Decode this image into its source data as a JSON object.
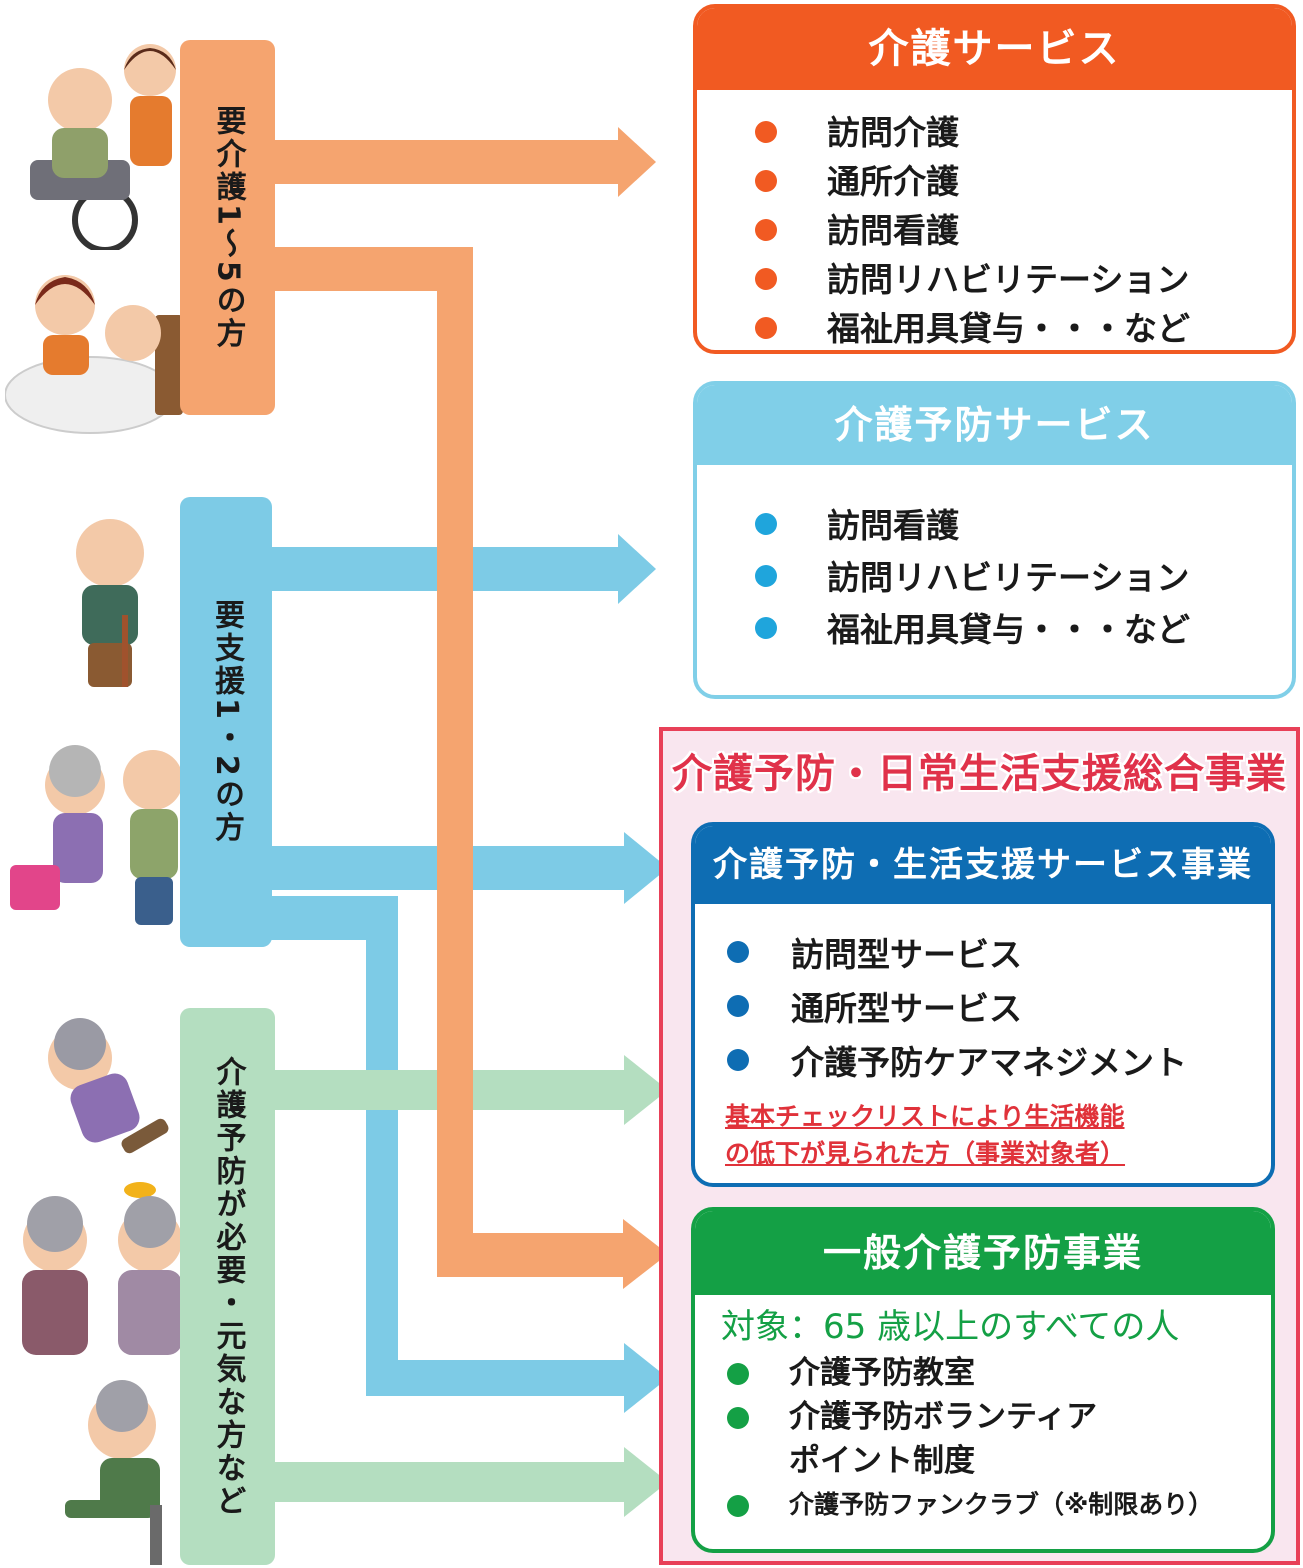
{
  "labels": {
    "care": "要介護1～5の方",
    "support": "要支援1・2の方",
    "prevention": "介護予防が必要・元気な方など"
  },
  "care_services": {
    "title": "介護サービス",
    "items": [
      "訪問介護",
      "通所介護",
      "訪問看護",
      "訪問リハビリテーション",
      "福祉用具貸与・・・など"
    ]
  },
  "prevention_services": {
    "title": "介護予防サービス",
    "items": [
      "訪問看護",
      "訪問リハビリテーション",
      "福祉用具貸与・・・など"
    ]
  },
  "comprehensive": {
    "title": "介護予防・日常生活支援総合事業",
    "support_services": {
      "title": "介護予防・生活支援サービス事業",
      "items": [
        "訪問型サービス",
        "通所型サービス",
        "介護予防ケアマネジメント"
      ],
      "note_line1": "基本チェックリストにより生活機能",
      "note_line2": "の低下が見られた方（事業対象者）"
    },
    "general": {
      "title": "一般介護予防事業",
      "target": "対象：65 歳以上のすべての人",
      "items": [
        "介護予防教室",
        "介護予防ボランティア",
        "ポイント制度",
        "介護予防ファンクラブ（※制限あり）"
      ]
    }
  },
  "colors": {
    "care": "#f5a46f",
    "support": "#7dcbe6",
    "prevention": "#b4dec0",
    "care_box": "#f15a22",
    "prevention_box": "#80cfe8",
    "support_box": "#0e6db3",
    "general_box": "#14a045",
    "frame": "#e84058"
  }
}
